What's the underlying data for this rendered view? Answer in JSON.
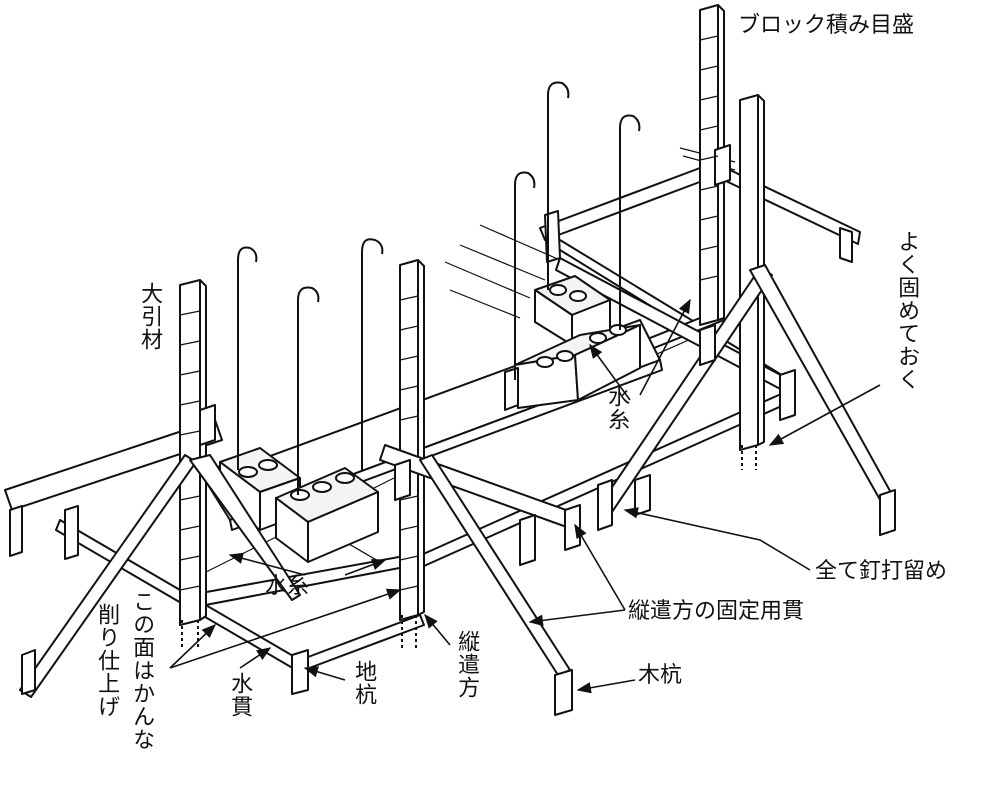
{
  "colors": {
    "ink": "#111111",
    "wood": "#ffffff",
    "block": "#f4f4f4"
  },
  "labels": {
    "block_gauge": "ブロック積み目盛",
    "main_post": "大引材",
    "fix_firmly": "よく固めておく",
    "water_string_1": "水糸",
    "water_string_2": "水糸",
    "nail_all": "全て釘打留め",
    "brace_for_batter": "縦遣方の固定用貫",
    "plane_face_line1": "この面はかんな",
    "plane_face_line2": "削り仕上げ",
    "water_batten": "水貫",
    "ground_stake": "地杭",
    "batter_post": "縦遣方",
    "wood_stake": "木杭"
  }
}
